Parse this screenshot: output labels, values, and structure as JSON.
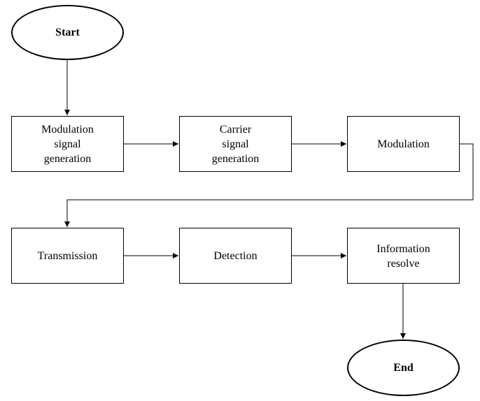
{
  "flowchart": {
    "nodes": {
      "start": "Start",
      "modulation_signal_generation": "Modulation\nsignal\ngeneration",
      "carrier_signal_generation": "Carrier\nsignal\ngeneration",
      "modulation": "Modulation",
      "transmission": "Transmission",
      "detection": "Detection",
      "information_resolve": "Information\nresolve",
      "end": "End"
    },
    "edges": [
      [
        "Start",
        "Modulation signal generation"
      ],
      [
        "Modulation signal generation",
        "Carrier signal generation"
      ],
      [
        "Carrier signal generation",
        "Modulation"
      ],
      [
        "Modulation",
        "Transmission"
      ],
      [
        "Transmission",
        "Detection"
      ],
      [
        "Detection",
        "Information resolve"
      ],
      [
        "Information resolve",
        "End"
      ]
    ]
  }
}
